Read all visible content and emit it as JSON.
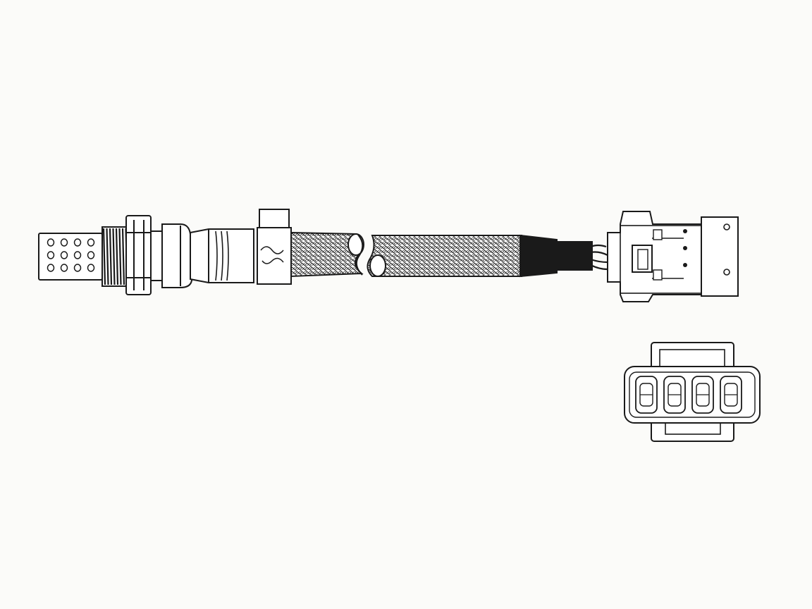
{
  "image": {
    "subject": "",
    "background_color": "#fbfbf9",
    "line_color": "#1a1a1a",
    "fill_color": "#ffffff",
    "dark_fill_color": "#1a1a1a"
  },
  "parts": [
    {
      "id": "sensor-tip",
      "icon": "perforated-probe-icon"
    },
    {
      "id": "threaded-body",
      "icon": "thread-icon"
    },
    {
      "id": "hex-nut",
      "icon": "hex-nut-icon"
    },
    {
      "id": "cable-ferrule",
      "icon": "ferrule-icon"
    },
    {
      "id": "braided-cable",
      "icon": "braided-sleeve-icon"
    },
    {
      "id": "cable-break",
      "icon": "break-mark-icon"
    },
    {
      "id": "heat-shrink",
      "icon": "heat-shrink-icon"
    },
    {
      "id": "wires",
      "icon": "wire-icon"
    },
    {
      "id": "plug-connector",
      "icon": "plug-side-icon"
    },
    {
      "id": "connector-face",
      "icon": "4-pin-connector-icon"
    }
  ]
}
